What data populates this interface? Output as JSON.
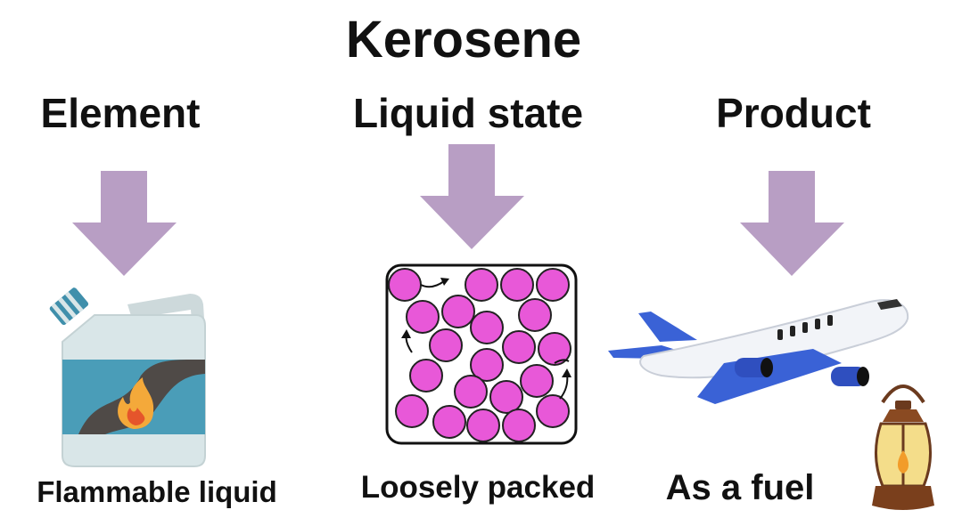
{
  "title": "Kerosene",
  "columns": [
    {
      "heading": "Element",
      "caption": "Flammable liquid",
      "illustration": "fuel-canister-icon"
    },
    {
      "heading": "Liquid state",
      "caption": "Loosely packed",
      "illustration": "particle-box-icon"
    },
    {
      "heading": "Product",
      "caption": "As a fuel",
      "illustration": "airplane-and-lantern-icon"
    }
  ],
  "colors": {
    "arrow": "#b89ec4",
    "particle": "#e858d8",
    "canister_band": "#4a9db8",
    "canister_body": "#d9e6e8",
    "airplane_wing": "#3a62d6"
  }
}
